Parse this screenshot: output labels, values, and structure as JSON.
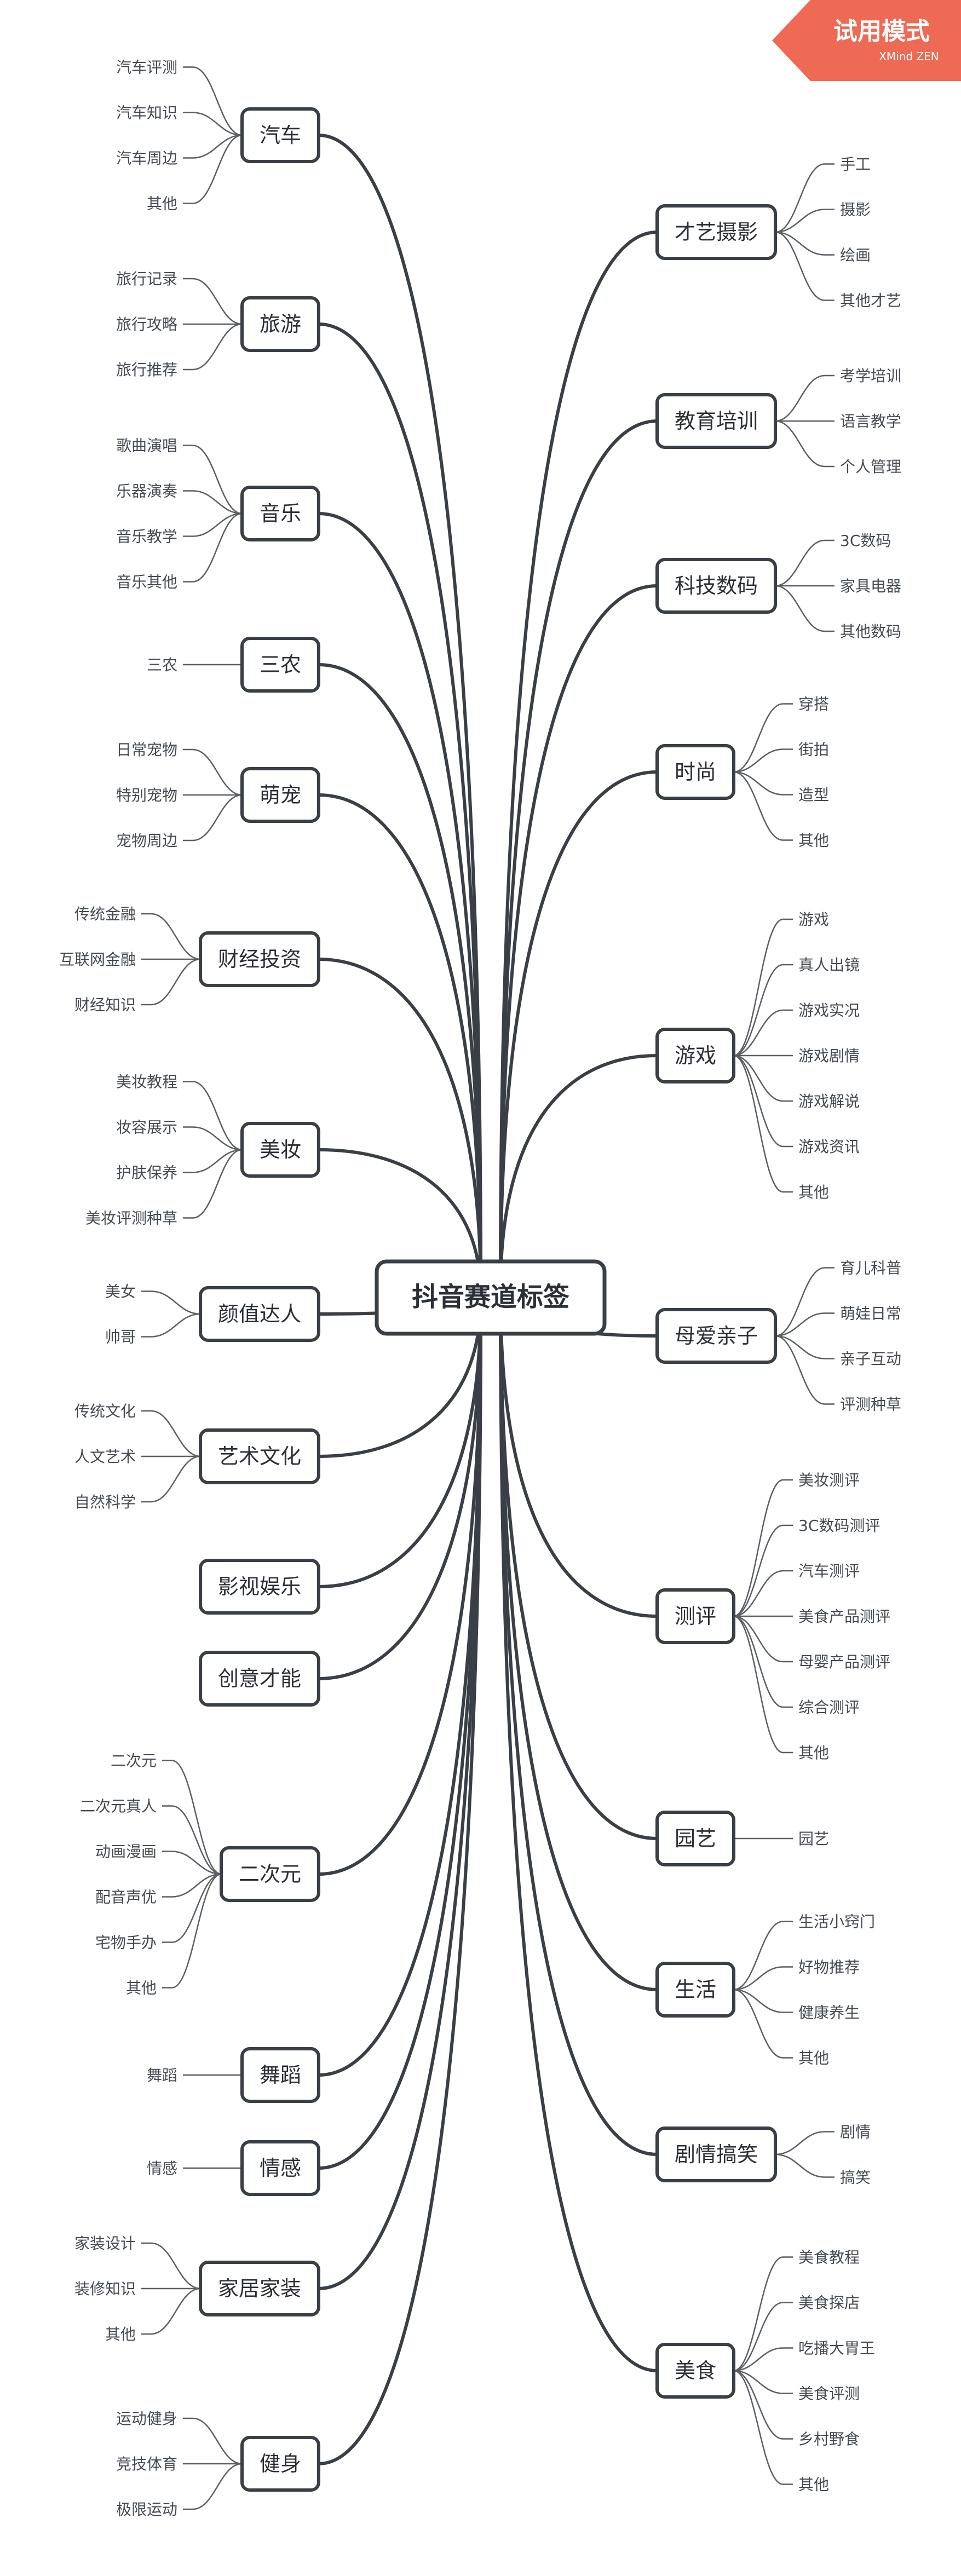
{
  "title": "抖音赛道标签",
  "badge": {
    "label": "试用模式",
    "sub": "XMind ZEN",
    "color": "#ee6a55"
  },
  "colors": {
    "line": "#3a3f47",
    "leaf_line": "#5a5f66",
    "text": "#2b2f36"
  },
  "left": [
    {
      "label": "汽车",
      "children": [
        "汽车评测",
        "汽车知识",
        "汽车周边",
        "其他"
      ]
    },
    {
      "label": "旅游",
      "children": [
        "旅行记录",
        "旅行攻略",
        "旅行推荐"
      ]
    },
    {
      "label": "音乐",
      "children": [
        "歌曲演唱",
        "乐器演奏",
        "音乐教学",
        "音乐其他"
      ]
    },
    {
      "label": "三农",
      "children": [
        "三农"
      ]
    },
    {
      "label": "萌宠",
      "children": [
        "日常宠物",
        "特别宠物",
        "宠物周边"
      ]
    },
    {
      "label": "财经投资",
      "children": [
        "传统金融",
        "互联网金融",
        "财经知识"
      ]
    },
    {
      "label": "美妆",
      "children": [
        "美妆教程",
        "妆容展示",
        "护肤保养",
        "美妆评测种草"
      ]
    },
    {
      "label": "颜值达人",
      "children": [
        "美女",
        "帅哥"
      ]
    },
    {
      "label": "艺术文化",
      "children": [
        "传统文化",
        "人文艺术",
        "自然科学"
      ]
    },
    {
      "label": "影视娱乐",
      "children": []
    },
    {
      "label": "创意才能",
      "children": []
    },
    {
      "label": "二次元",
      "children": [
        "二次元",
        "二次元真人",
        "动画漫画",
        "配音声优",
        "宅物手办",
        "其他"
      ]
    },
    {
      "label": "舞蹈",
      "children": [
        "舞蹈"
      ]
    },
    {
      "label": "情感",
      "children": [
        "情感"
      ]
    },
    {
      "label": "家居家装",
      "children": [
        "家装设计",
        "装修知识",
        "其他"
      ]
    },
    {
      "label": "健身",
      "children": [
        "运动健身",
        "竞技体育",
        "极限运动"
      ]
    }
  ],
  "right": [
    {
      "label": "才艺摄影",
      "children": [
        "手工",
        "摄影",
        "绘画",
        "其他才艺"
      ]
    },
    {
      "label": "教育培训",
      "children": [
        "考学培训",
        "语言教学",
        "个人管理"
      ]
    },
    {
      "label": "科技数码",
      "children": [
        "3C数码",
        "家具电器",
        "其他数码"
      ]
    },
    {
      "label": "时尚",
      "children": [
        "穿搭",
        "街拍",
        "造型",
        "其他"
      ]
    },
    {
      "label": "游戏",
      "children": [
        "游戏",
        "真人出镜",
        "游戏实况",
        "游戏剧情",
        "游戏解说",
        "游戏资讯",
        "其他"
      ]
    },
    {
      "label": "母爱亲子",
      "children": [
        "育儿科普",
        "萌娃日常",
        "亲子互动",
        "评测种草"
      ]
    },
    {
      "label": "测评",
      "children": [
        "美妆测评",
        "3C数码测评",
        "汽车测评",
        "美食产品测评",
        "母婴产品测评",
        "综合测评",
        "其他"
      ]
    },
    {
      "label": "园艺",
      "children": [
        "园艺"
      ]
    },
    {
      "label": "生活",
      "children": [
        "生活小窍门",
        "好物推荐",
        "健康养生",
        "其他"
      ]
    },
    {
      "label": "剧情搞笑",
      "children": [
        "剧情",
        "搞笑"
      ]
    },
    {
      "label": "美食",
      "children": [
        "美食教程",
        "美食探店",
        "吃播大胃王",
        "美食评测",
        "乡村野食",
        "其他"
      ]
    }
  ]
}
